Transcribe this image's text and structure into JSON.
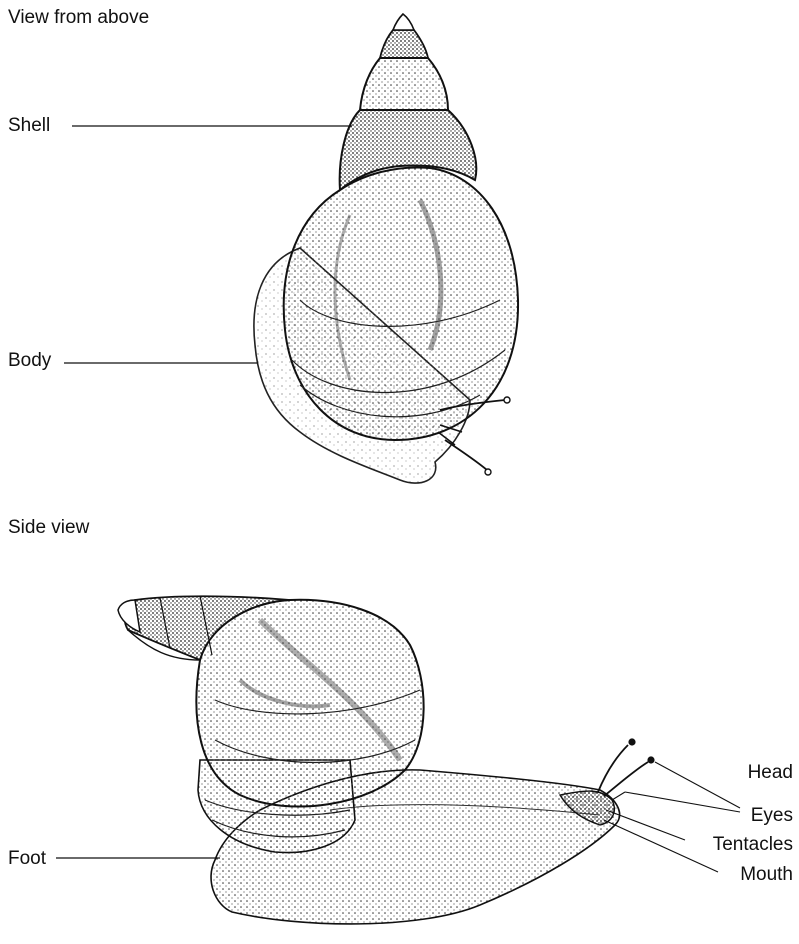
{
  "sections": {
    "top_title": "View from above",
    "bottom_title": "Side view"
  },
  "labels": {
    "shell": "Shell",
    "body": "Body",
    "foot": "Foot",
    "head": "Head",
    "eyes": "Eyes",
    "tentacles": "Tentacles",
    "mouth": "Mouth"
  },
  "colors": {
    "ink": "#111111",
    "stipple": "#2b2b2b",
    "background": "#ffffff"
  }
}
